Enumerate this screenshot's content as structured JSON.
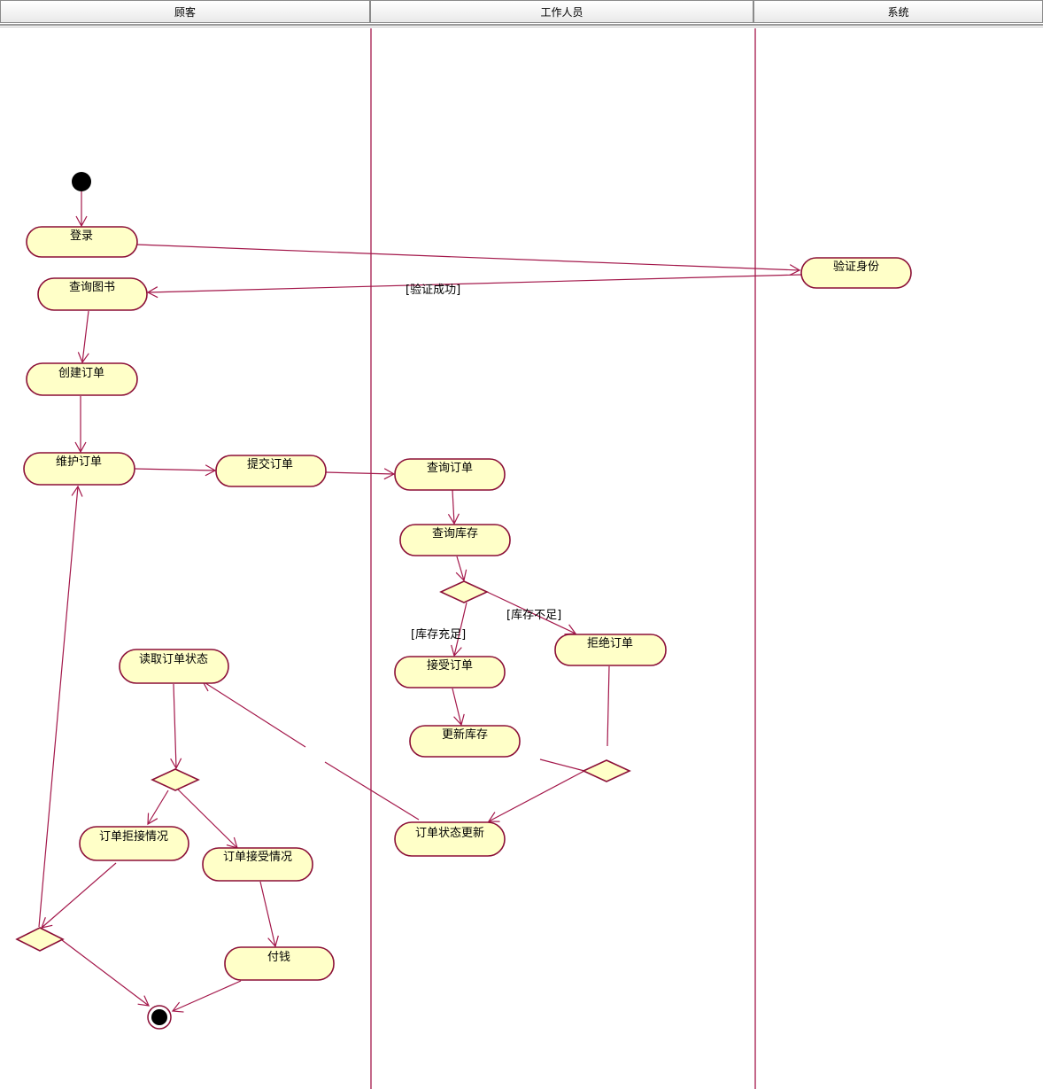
{
  "lanes": {
    "customer": "顾客",
    "staff": "工作人员",
    "system": "系统"
  },
  "activities": {
    "login": "登录",
    "verify": "验证身份",
    "query_books": "查询图书",
    "create_order": "创建订单",
    "maintain_order": "维护订单",
    "submit_order": "提交订单",
    "query_order": "查询订单",
    "query_stock": "查询库存",
    "accept_order": "接受订单",
    "reject_order": "拒绝订单",
    "update_stock": "更新库存",
    "order_status_update": "订单状态更新",
    "read_status": "读取订单状态",
    "rejected_case": "订单拒接情况",
    "accepted_case": "订单接受情况",
    "pay": "付钱"
  },
  "guards": {
    "verified": "[验证成功]",
    "stock_enough": "[库存充足]",
    "stock_short": "[库存不足]"
  },
  "colors": {
    "activity_fill": "#ffffc8",
    "stroke": "#8b0f37",
    "edge": "#a3174a"
  }
}
